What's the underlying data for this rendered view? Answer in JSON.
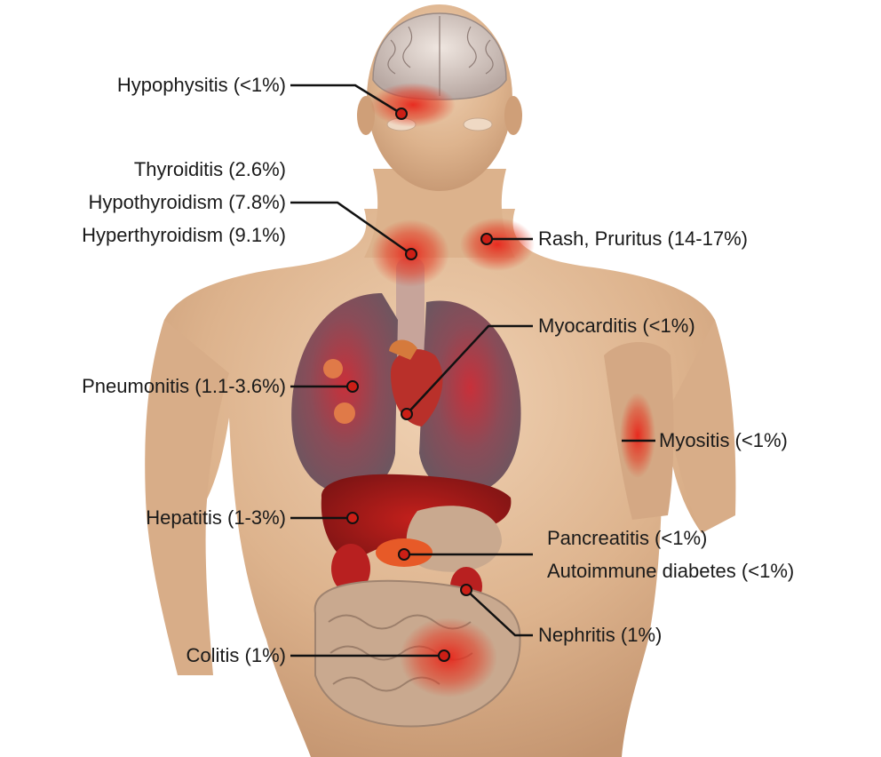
{
  "labels": {
    "hypophysitis": "Hypophysitis (<1%)",
    "thyroiditis": "Thyroiditis (2.6%)",
    "hypothyroidism": "Hypothyroidism (7.8%)",
    "hyperthyroidism": "Hyperthyroidism (9.1%)",
    "rash": "Rash, Pruritus (14-17%)",
    "myocarditis": "Myocarditis (<1%)",
    "pneumonitis": "Pneumonitis (1.1-3.6%)",
    "myositis": "Myositis (<1%)",
    "hepatitis": "Hepatitis (1-3%)",
    "pancreatitis": "Pancreatitis (<1%)",
    "diabetes": "Autoimmune diabetes (<1%)",
    "nephritis": "Nephritis (1%)",
    "colitis": "Colitis (1%)"
  },
  "colors": {
    "skin": "#e4bf9c",
    "skin_shade": "#c99a72",
    "inflamed": "#e02a1e",
    "lung": "#7c5560",
    "liver": "#9a1a1a",
    "intestine": "#c9a98f",
    "leader_line": "#111111"
  }
}
